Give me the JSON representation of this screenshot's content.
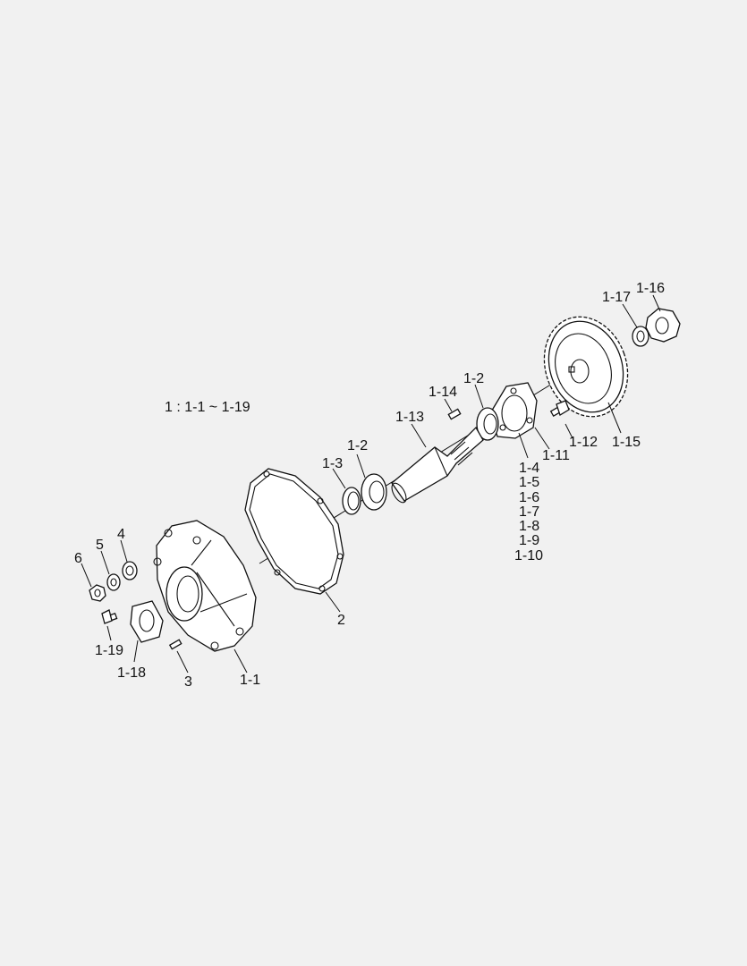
{
  "diagram": {
    "legend": "1 : 1-1 ~ 1-19",
    "labels": {
      "l_1_16": "1-16",
      "l_1_17": "1-17",
      "l_1_2a": "1-2",
      "l_1_14": "1-14",
      "l_1_13": "1-13",
      "l_1_12": "1-12",
      "l_1_15": "1-15",
      "l_1_11": "1-11",
      "l_1_4": "1-4",
      "l_1_5": "1-5",
      "l_1_6": "1-6",
      "l_1_7": "1-7",
      "l_1_8": "1-8",
      "l_1_9": "1-9",
      "l_1_10": "1-10",
      "l_1_2b": "1-2",
      "l_1_3": "1-3",
      "l_2": "2",
      "l_4": "4",
      "l_5": "5",
      "l_6": "6",
      "l_1_19": "1-19",
      "l_1_18": "1-18",
      "l_3": "3",
      "l_1_1": "1-1"
    }
  }
}
